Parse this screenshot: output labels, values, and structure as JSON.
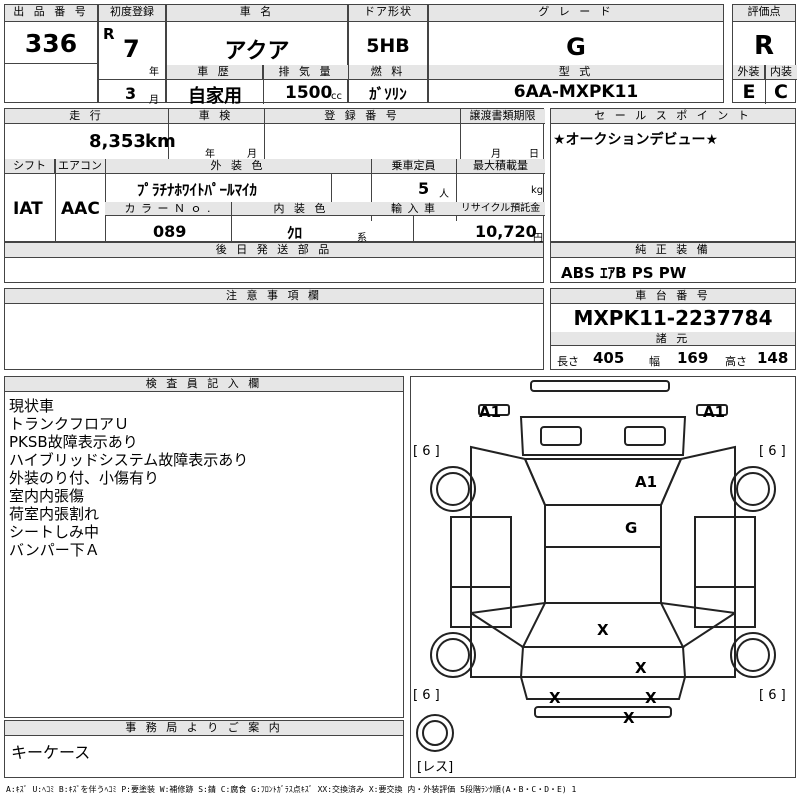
{
  "header": {
    "lot_no_label": "出 品 番 号",
    "lot_no": "336",
    "first_reg_label": "初度登録",
    "era": "R",
    "year_num": "7",
    "year_unit": "年",
    "month_num": "3",
    "month_unit": "月",
    "car_name_label": "車 名",
    "car_name": "アクア",
    "history_label": "車 歴",
    "history": "自家用",
    "displacement_label": "排 気 量",
    "displacement": "1500",
    "displacement_unit": "cc",
    "door_label": "ドア形状",
    "door": "5HB",
    "fuel_label": "燃 料",
    "fuel": "ｶﾞｿﾘﾝ",
    "grade_label": "グ レ ー ド",
    "grade": "G",
    "model_label": "型 式",
    "model": "6AA-MXPK11",
    "score_label": "評価点",
    "score": "R",
    "ext_label": "外装",
    "ext": "E",
    "int_label": "内装",
    "int": "C"
  },
  "row2": {
    "mileage_label": "走 行",
    "mileage": "8,353",
    "mileage_unit": "km",
    "inspection_label": "車 検",
    "insp_year": "年",
    "insp_month": "月",
    "reg_no_label": "登 録 番 号",
    "transfer_label": "譲渡書類期限",
    "transfer_month": "月",
    "transfer_day": "日",
    "sales_point_label": "セ ー ル ス ポ イ ン ト",
    "sales_point": "★オークションデビュー★",
    "shift_label": "シフト",
    "shift": "IAT",
    "ac_label": "エアコン",
    "ac": "AAC",
    "color_label": "外 装 色",
    "color": "ﾌﾟﾗﾁﾅﾎﾜｲﾄﾊﾟｰﾙﾏｲｶ",
    "capacity_label": "乗車定員",
    "capacity": "5",
    "capacity_unit": "人",
    "load_label": "最大積載量",
    "load_unit": "kg",
    "color_no_label": "カ ラ ー Ｎ ｏ .",
    "color_no": "089",
    "interior_label": "内 装 色",
    "interior": "ｸﾛ",
    "interior_unit": "系",
    "import_label": "輸 入 車",
    "recycle_label": "リサイクル預託金",
    "recycle": "10,720",
    "recycle_unit": "円",
    "later_parts_label": "後 日 発 送 部 品",
    "equipment_label": "純 正 装 備",
    "equipment": "ABS ｴｱB PS PW"
  },
  "notes": {
    "caution_label": "注 意 事 項 欄",
    "chassis_label": "車 台 番 号",
    "chassis": "MXPK11-2237784",
    "spec_label": "諸 元",
    "length_label": "長さ",
    "length": "405",
    "width_label": "幅",
    "width": "169",
    "height_label": "高さ",
    "height": "148"
  },
  "inspector": {
    "label": "検 査 員 記 入 欄",
    "lines": [
      "現状車",
      "トランクフロアＵ",
      "PKSB故障表示あり",
      "ハイブリッドシステム故障表示あり",
      "外装のり付、小傷有り",
      "室内内張傷",
      "荷室内張割れ",
      "シートしみ中",
      "バンパー下Ａ"
    ]
  },
  "office": {
    "label": "事 務 局 よ り ご 案 内",
    "text": "キーケース"
  },
  "diagram": {
    "marks": [
      "A1",
      "A1",
      "A1",
      "G",
      "X",
      "X",
      "X",
      "X",
      "X"
    ],
    "tire_labels": [
      "[ 6 ]",
      "[ 6 ]",
      "[ 6 ]",
      "[ 6 ]"
    ],
    "spare": "[レス]"
  },
  "legend": "A:ｷｽﾞ U:ﾍｺﾐ B:ｷｽﾞを伴うﾍｺﾐ P:要塗装 W:補修跡 S:錆 C:腐食 G:ﾌﾛﾝﾄｶﾞﾗｽ点ｷｽﾞ XX:交換済み X:要交換 内・外装評価 5段階ﾗﾝｸ順(A・B・C・D・E) 1"
}
